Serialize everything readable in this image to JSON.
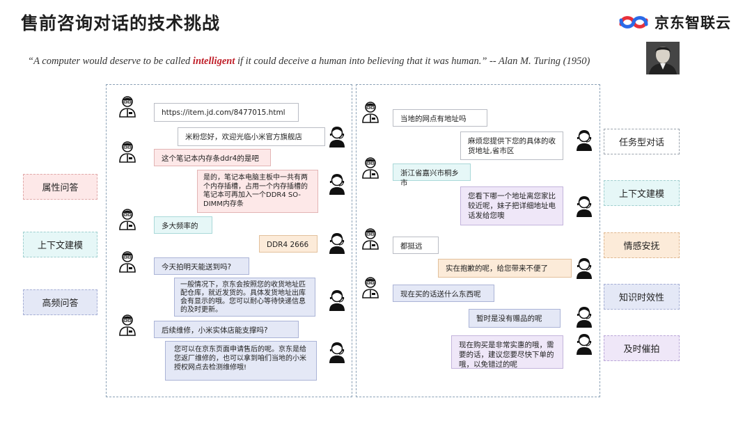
{
  "header": {
    "title": "售前咨询对话的技术挑战",
    "logo_text": "京东智联云"
  },
  "quote": {
    "pre": "“A computer would deserve to be called ",
    "highlight": "intelligent",
    "post": " if it could deceive a human into believing that it was human.” -- Alan M. Turing (1950)"
  },
  "left_labels": [
    "属性问答",
    "上下文建模",
    "高频问答"
  ],
  "right_labels": [
    "任务型对话",
    "上下文建模",
    "情感安抚",
    "知识时效性",
    "及时催拍"
  ],
  "left_dialog": [
    {
      "role": "customer",
      "text": "https://item.jd.com/8477015.html"
    },
    {
      "role": "agent",
      "text": "米粉您好，欢迎光临小米官方旗舰店"
    },
    {
      "role": "customer",
      "text": "这个笔记本内存条ddr4的是吧"
    },
    {
      "role": "agent",
      "text": "是的，笔记本电脑主板中一共有两个内存插槽，占用一个内存插槽的笔记本可再加入一个DDR4 SO-DIMM内存条"
    },
    {
      "role": "customer",
      "text": "多大频率的"
    },
    {
      "role": "agent",
      "text": "DDR4 2666"
    },
    {
      "role": "customer",
      "text": "今天拍明天能送到吗?"
    },
    {
      "role": "agent",
      "text": "一般情况下，京东会按照您的收货地址匹配仓库，就近发货的。具体发货地址出库会有显示的哦。您可以耐心等待快递信息的及时更新。"
    },
    {
      "role": "customer",
      "text": "后续维修，小米实体店能支撑吗?"
    },
    {
      "role": "agent",
      "text": "您可以在京东页面申请售后的呢。京东是给您返厂维修的，也可以拿到咱们当地的小米授权网点去检测维修哦!"
    }
  ],
  "right_dialog": [
    {
      "role": "customer",
      "text": "当地的网点有地址吗"
    },
    {
      "role": "agent",
      "text": "麻烦您提供下您的具体的收货地址,省市区"
    },
    {
      "role": "customer",
      "text": "浙江省嘉兴市桐乡市"
    },
    {
      "role": "agent",
      "text": "您看下哪一个地址离您家比较近呢，妹子把详细地址电话发给您噢"
    },
    {
      "role": "customer",
      "text": "都挺远"
    },
    {
      "role": "agent",
      "text": "实在抱歉的呢，给您带来不便了"
    },
    {
      "role": "customer",
      "text": "现在买的话送什么东西呢"
    },
    {
      "role": "agent",
      "text": "暂时是没有赠品的呢"
    },
    {
      "role": "agent",
      "text": "现在购买是非常实惠的哦，需要的话，建议您要尽快下单的哦，以免错过的呢"
    }
  ],
  "colors": {
    "highlight": "#c0202a",
    "pink": "#fde8e8",
    "mint": "#e6f7f7",
    "blue": "#e4e8f6",
    "peach": "#fcebd9",
    "lavender": "#efe7f8"
  }
}
